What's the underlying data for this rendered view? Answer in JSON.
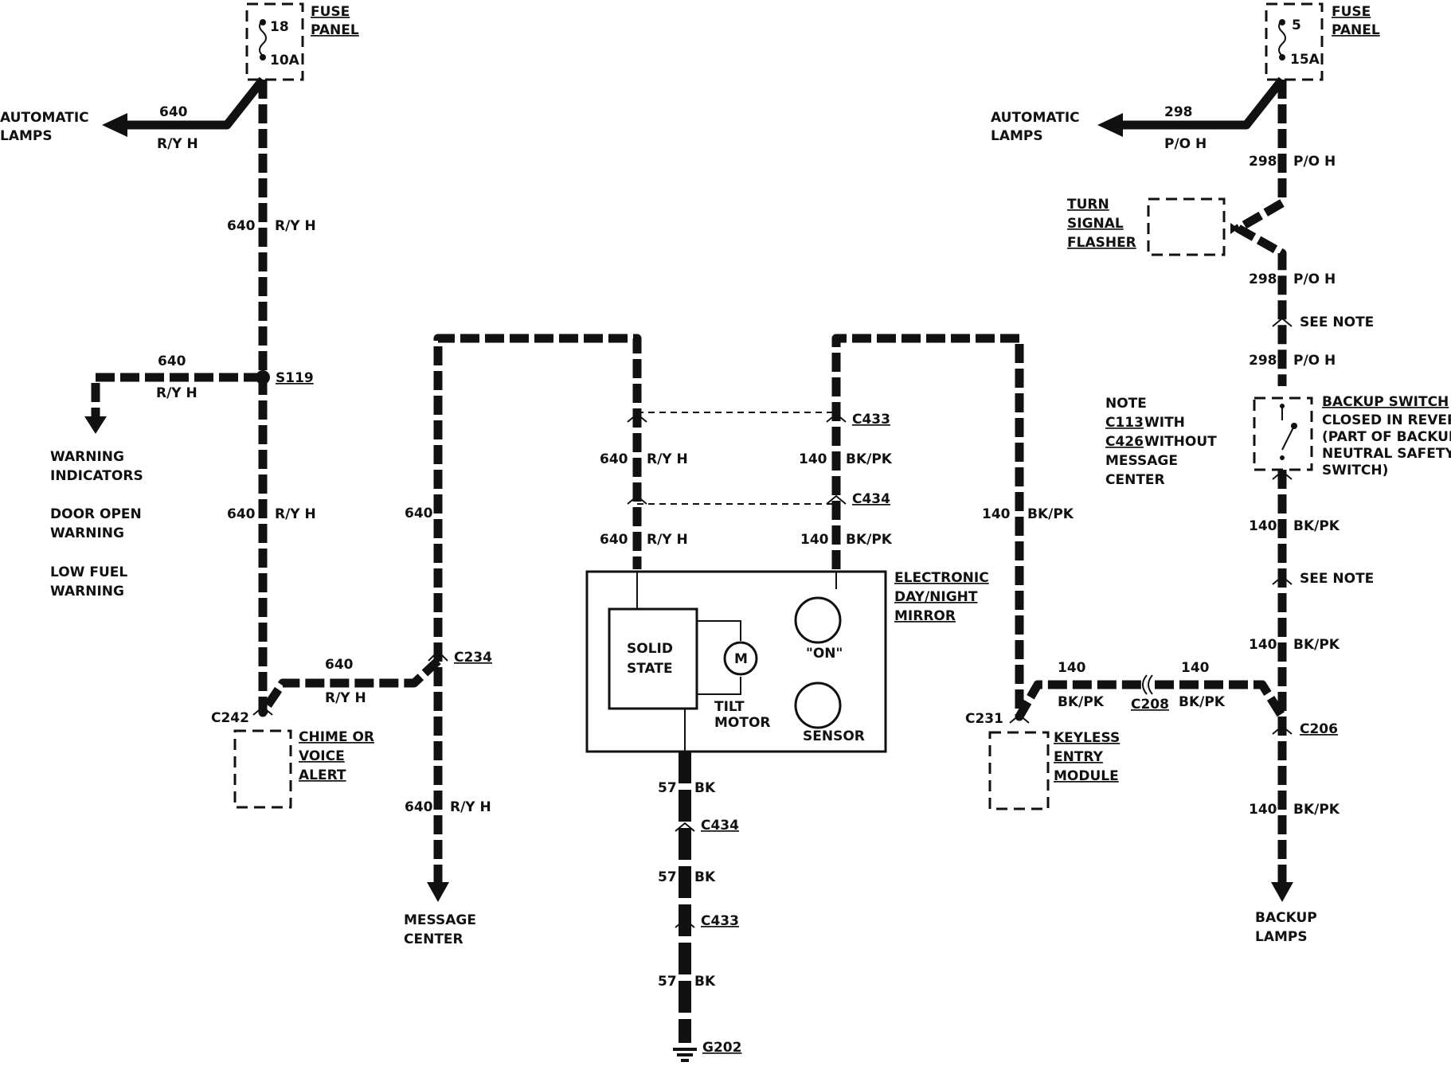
{
  "fuse_left": {
    "number": "18",
    "rating": "10A",
    "label_1": "FUSE",
    "label_2": "PANEL"
  },
  "fuse_right": {
    "number": "5",
    "rating": "15A",
    "label_1": "FUSE",
    "label_2": "PANEL"
  },
  "circuit_640": {
    "number": "640",
    "color": "R/Y H"
  },
  "circuit_298": {
    "number": "298",
    "color": "P/O H"
  },
  "circuit_140": {
    "number": "140",
    "color": "BK/PK"
  },
  "circuit_57": {
    "number": "57",
    "color": "BK"
  },
  "destinations": {
    "auto_lamps_1": "AUTOMATIC",
    "auto_lamps_2": "LAMPS",
    "warning_1": "WARNING",
    "warning_2": "INDICATORS",
    "door_1": "DOOR OPEN",
    "door_2": "WARNING",
    "fuel_1": "LOW FUEL",
    "fuel_2": "WARNING",
    "message_1": "MESSAGE",
    "message_2": "CENTER",
    "backup_1": "BACKUP",
    "backup_2": "LAMPS"
  },
  "connectors": {
    "s119": "S119",
    "c242": "C242",
    "c234": "C234",
    "c433": "C433",
    "c434": "C434",
    "c231": "C231",
    "c208": "C208",
    "c206": "C206",
    "g202": "G202"
  },
  "components": {
    "chime_1": "CHIME OR",
    "chime_2": "VOICE",
    "chime_3": "ALERT",
    "keyless_1": "KEYLESS",
    "keyless_2": "ENTRY",
    "keyless_3": "MODULE",
    "turn_1": "TURN",
    "turn_2": "SIGNAL",
    "turn_3": "FLASHER",
    "mirror_1": "ELECTRONIC",
    "mirror_2": "DAY/NIGHT",
    "mirror_3": "MIRROR",
    "solid_1": "SOLID",
    "solid_2": "STATE",
    "motor_symbol": "M",
    "tilt_1": "TILT",
    "tilt_2": "MOTOR",
    "on_label": "\"ON\"",
    "sensor_label": "SENSOR",
    "backup_switch": "BACKUP SWITCH",
    "backup_sw_1": "CLOSED IN REVERSE",
    "backup_sw_2": "(PART OF BACKUP/",
    "backup_sw_3": "NEUTRAL SAFETY",
    "backup_sw_4": "SWITCH)",
    "see_note": "SEE NOTE"
  },
  "note": {
    "title": "NOTE",
    "c113": "C113",
    "with": "WITH",
    "c426": "C426",
    "without": "WITHOUT",
    "line_3": "MESSAGE",
    "line_4": "CENTER"
  }
}
